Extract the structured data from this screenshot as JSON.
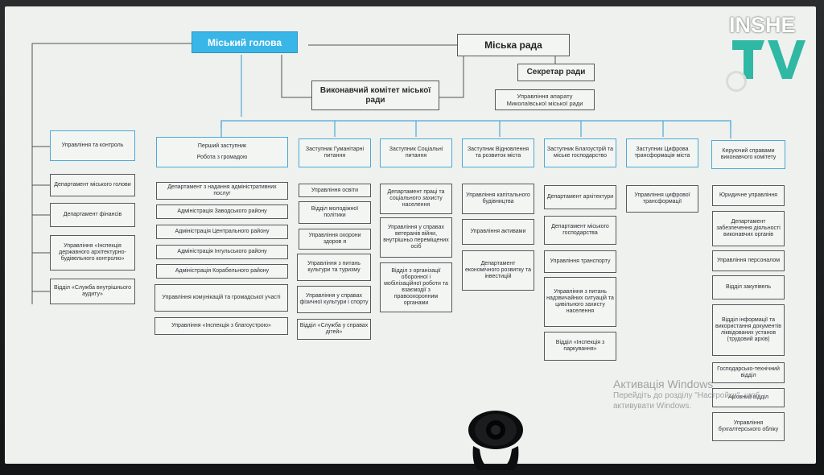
{
  "logo": {
    "text": "INSHE",
    "icon": "tv-logo-icon",
    "accent": "#2fb8a4"
  },
  "top": {
    "mayor": "Міський голова",
    "council": "Міська рада",
    "secretary": "Секретар ради",
    "apparatus": "Управління апарату Миколаївської міської ради",
    "executive": "Виконавчий комітет міської ради"
  },
  "left_column": [
    "Управління та контроль",
    "Департамент міського голови",
    "Департамент фінансів",
    "Управління «Інспекція державного архітектурно-будівельного контролю»",
    "Відділ «Служба внутрішнього аудиту»"
  ],
  "columns": [
    {
      "head": "Перший заступник",
      "head2": "Робота з громадою",
      "items": [
        "Департамент з надання адміністративних послуг",
        "Адміністрація Заводського району",
        "Адміністрація Центрального району",
        "Адміністрація Інгульського району",
        "Адміністрація Корабельного району",
        "Управління комунікацій та громадської участі",
        "Управління «Інспекція з благоустрою»"
      ]
    },
    {
      "head": "Заступник Гуманітарні питання",
      "items": [
        "Управління освіти",
        "Відділ молодіжної політики",
        "Управління охорони здоров я",
        "Управління з питань культури та туризму",
        "Управління у справах фізичної культури і спорту",
        "Відділ «Служба у справах дітей»"
      ]
    },
    {
      "head": "Заступник Соціальні питання",
      "items": [
        "Департамент праці та соціального захисту населення",
        "Управління у справах ветеранів війни, внутрішньо переміщених осіб",
        "Відділ з організації оборонної і мобілізаційної роботи та взаємодії з правоохоронним органами"
      ]
    },
    {
      "head": "Заступник Відновлення та розвиток міста",
      "items": [
        "Управління капітального будівництва",
        "Управління активами",
        "Департамент економічного розвитку та інвестицій"
      ]
    },
    {
      "head": "Заступник Благоустрій та міське господарство",
      "items": [
        "Департамент архітектури",
        "Департамент міського господарства",
        "Управління транспорту",
        "Управління з питань надзвичайних ситуацій та цивільного захисту населення",
        "Відділ «Інспекція з паркування»"
      ]
    },
    {
      "head": "Заступник Цифрова трансформація міста",
      "items": [
        "Управління цифрової трансформації"
      ]
    },
    {
      "head": "Керуючий справами виконавчого комітету",
      "items": [
        "Юридичне управління",
        "Департамент забезпечення діяльності виконавчих органів",
        "Управління персоналом",
        "Відділ закупівель",
        "Відділ інформації та використання документів ліквідованих установ (трудовий архів)",
        "Господарсько-технічний відділ",
        "Архівний відділ",
        "Управління бухгалтерського обліку"
      ]
    }
  ],
  "watermark": {
    "title": "Активація Windows",
    "line1": "Перейдіть до розділу \"Настройки\", щоб",
    "line2": "активувати Windows."
  }
}
